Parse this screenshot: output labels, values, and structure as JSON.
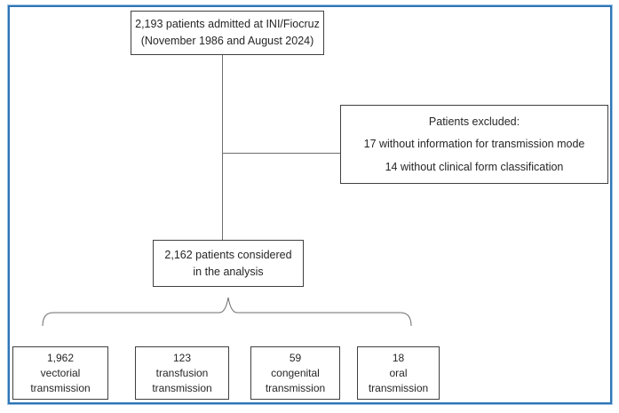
{
  "flowchart": {
    "top_box": {
      "line1": "2,193 patients admitted at INI/Fiocruz",
      "line2": "(November 1986 and August 2024)"
    },
    "excluded_box": {
      "title": "Patients excluded:",
      "item1": "17 without information for transmission mode",
      "item2": "14 without clinical form classification"
    },
    "analysis_box": {
      "line1": "2,162 patients considered",
      "line2": "in the analysis"
    },
    "outcome_boxes": [
      {
        "count": "1,962",
        "mode": "vectorial",
        "suffix": "transmission"
      },
      {
        "count": "123",
        "mode": "transfusion",
        "suffix": "transmission"
      },
      {
        "count": "59",
        "mode": "congenital",
        "suffix": "transmission"
      },
      {
        "count": "18",
        "mode": "oral",
        "suffix": "transmission"
      }
    ],
    "colors": {
      "frame_outer": "#9dc3e6",
      "frame_inner": "#2e75b6",
      "box_border": "#404040",
      "connector": "#6e6e6e",
      "text": "#262626"
    }
  }
}
